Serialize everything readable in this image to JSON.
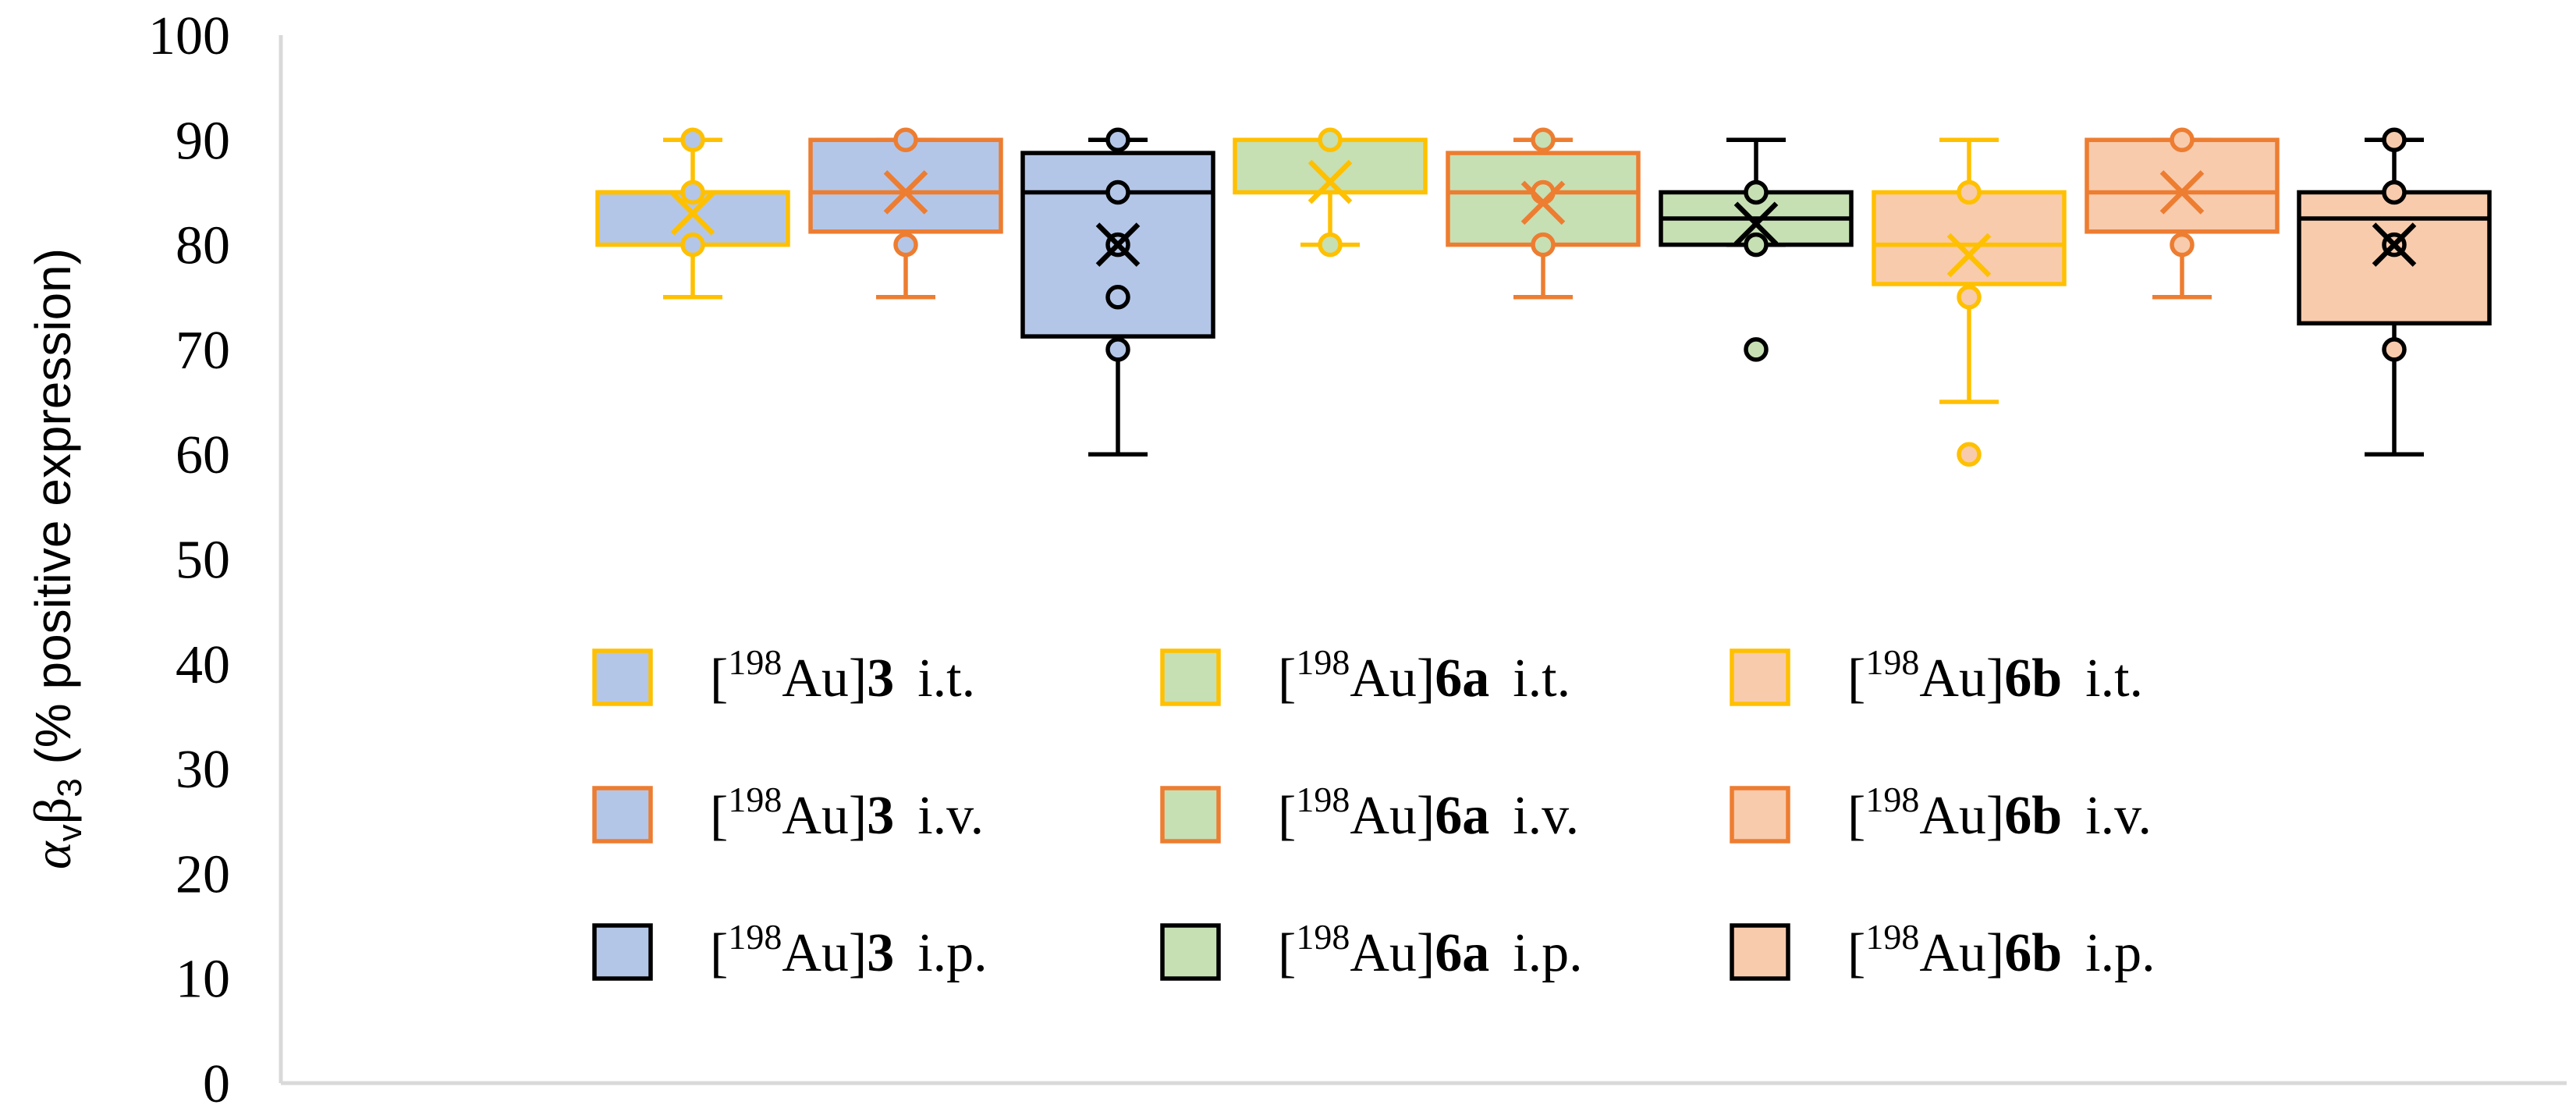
{
  "chart_data": {
    "type": "box",
    "title": "",
    "ylabel": {
      "alpha": "α",
      "alpha_sub": "v",
      "beta": "β",
      "beta_sub": "3",
      "text": " (% positive expression)"
    },
    "ylim": [
      0,
      100
    ],
    "yticks": [
      "0",
      "10",
      "20",
      "30",
      "40",
      "50",
      "60",
      "70",
      "80",
      "90",
      "100"
    ],
    "grid": false,
    "legend_placement": "center",
    "colors": {
      "blue_fill": "#B4C6E7",
      "green_fill": "#C6E0B4",
      "peach_fill": "#F8CBAD",
      "yellow_edge": "#FFC000",
      "orange_edge": "#ED7D31",
      "black_edge": "#000000"
    },
    "series": [
      {
        "legend": {
          "pre": "[",
          "sup": "198",
          "mid": "Au]",
          "bold": "3",
          "route": "i.t."
        },
        "fill": "blue_fill",
        "edge": "yellow_edge",
        "min": 75,
        "q1": 80,
        "median": 85,
        "q3": 85,
        "max": 90,
        "mean": 83,
        "points": [
          80,
          85,
          90
        ]
      },
      {
        "legend": {
          "pre": "[",
          "sup": "198",
          "mid": "Au]",
          "bold": "3",
          "route": "i.v."
        },
        "fill": "blue_fill",
        "edge": "orange_edge",
        "min": 75,
        "q1": 81.25,
        "median": 85,
        "q3": 90,
        "max": 90,
        "mean": 85,
        "points": [
          80,
          90
        ]
      },
      {
        "legend": {
          "pre": "[",
          "sup": "198",
          "mid": "Au]",
          "bold": "3",
          "route": "i.p."
        },
        "fill": "blue_fill",
        "edge": "black_edge",
        "min": 60,
        "q1": 71.25,
        "median": 85,
        "q3": 88.75,
        "max": 90,
        "mean": 80,
        "points": [
          70,
          75,
          80,
          85,
          90
        ]
      },
      {
        "legend": {
          "pre": "[",
          "sup": "198",
          "mid": "Au]",
          "bold": "6a",
          "route": "i.t."
        },
        "fill": "green_fill",
        "edge": "yellow_edge",
        "min": 80,
        "q1": 85,
        "median": 90,
        "q3": 90,
        "max": 90,
        "mean": 86,
        "points": [
          80,
          90
        ]
      },
      {
        "legend": {
          "pre": "[",
          "sup": "198",
          "mid": "Au]",
          "bold": "6a",
          "route": "i.v."
        },
        "fill": "green_fill",
        "edge": "orange_edge",
        "min": 75,
        "q1": 80,
        "median": 85,
        "q3": 88.75,
        "max": 90,
        "mean": 84,
        "points": [
          80,
          85,
          90
        ]
      },
      {
        "legend": {
          "pre": "[",
          "sup": "198",
          "mid": "Au]",
          "bold": "6a",
          "route": "i.p."
        },
        "fill": "green_fill",
        "edge": "black_edge",
        "min": 80,
        "q1": 80,
        "median": 82.5,
        "q3": 85,
        "max": 90,
        "mean": 82,
        "points": [
          70,
          80,
          85
        ]
      },
      {
        "legend": {
          "pre": "[",
          "sup": "198",
          "mid": "Au]",
          "bold": "6b",
          "route": "i.t."
        },
        "fill": "peach_fill",
        "edge": "yellow_edge",
        "min": 65,
        "q1": 76.25,
        "median": 80,
        "q3": 85,
        "max": 90,
        "mean": 79,
        "points": [
          60,
          75,
          85
        ]
      },
      {
        "legend": {
          "pre": "[",
          "sup": "198",
          "mid": "Au]",
          "bold": "6b",
          "route": "i.v."
        },
        "fill": "peach_fill",
        "edge": "orange_edge",
        "min": 75,
        "q1": 81.25,
        "median": 85,
        "q3": 90,
        "max": 90,
        "mean": 85,
        "points": [
          80,
          90
        ]
      },
      {
        "legend": {
          "pre": "[",
          "sup": "198",
          "mid": "Au]",
          "bold": "6b",
          "route": "i.p."
        },
        "fill": "peach_fill",
        "edge": "black_edge",
        "min": 60,
        "q1": 72.5,
        "median": 82.5,
        "q3": 85,
        "max": 90,
        "mean": 80,
        "points": [
          70,
          80,
          85,
          90
        ]
      }
    ]
  }
}
